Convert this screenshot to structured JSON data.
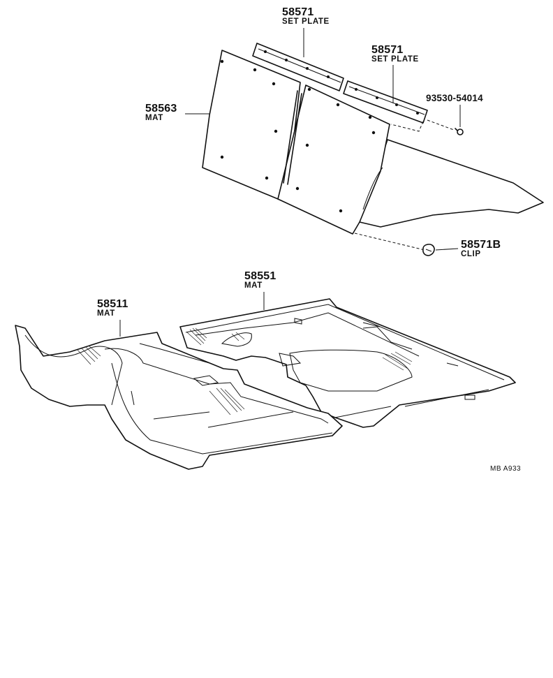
{
  "diagram": {
    "callouts": [
      {
        "id": "set-plate-left",
        "number": "58571",
        "name": "SET PLATE"
      },
      {
        "id": "set-plate-right",
        "number": "58571",
        "name": "SET PLATE"
      },
      {
        "id": "mat-rear",
        "number": "58563",
        "name": "MAT"
      },
      {
        "id": "bolt",
        "number": "93530-54014",
        "name": ""
      },
      {
        "id": "clip",
        "number": "58571B",
        "name": "CLIP"
      },
      {
        "id": "mat-center",
        "number": "58551",
        "name": "MAT"
      },
      {
        "id": "mat-front",
        "number": "58511",
        "name": "MAT"
      }
    ],
    "figure_code": "MB  A933"
  }
}
